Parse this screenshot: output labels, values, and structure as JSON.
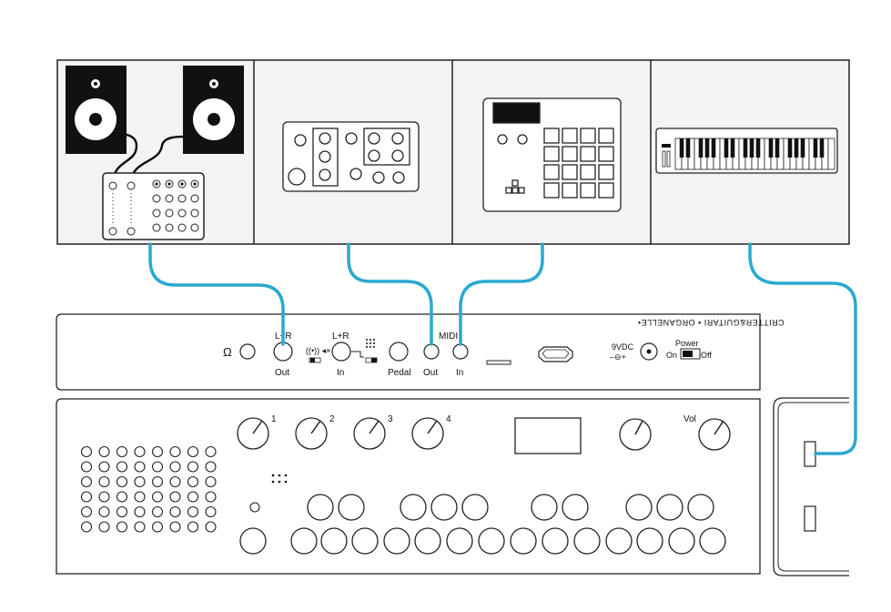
{
  "colors": {
    "cable": "#2aa9d0",
    "stroke": "#222222",
    "panel_bg": "#f3f3f3",
    "speaker_fill": "#111111"
  },
  "top_panels": [
    {
      "name": "speakers-and-mixer",
      "icon": "speaker-mixer-icon"
    },
    {
      "name": "synth-module",
      "icon": "synth-module-icon"
    },
    {
      "name": "drum-pad",
      "icon": "drum-pad-icon"
    },
    {
      "name": "midi-keyboard",
      "icon": "midi-keyboard-icon"
    }
  ],
  "rear_panel": {
    "brand": "CRITTER&GUITARI • ORGANELLE•",
    "jacks": {
      "lr_top": "L+R",
      "lr_out": "Out",
      "lr_in_top": "L+R",
      "lr_in": "In",
      "pedal": "Pedal",
      "midi": "MIDI",
      "midi_out": "Out",
      "midi_in": "In",
      "power_volts": "9VDC",
      "power_polarity": "–⊖+",
      "power": "Power",
      "on": "On",
      "off": "Off"
    }
  },
  "front_panel": {
    "knob_labels": [
      "1",
      "2",
      "3",
      "4"
    ],
    "vol_label": "Vol"
  }
}
